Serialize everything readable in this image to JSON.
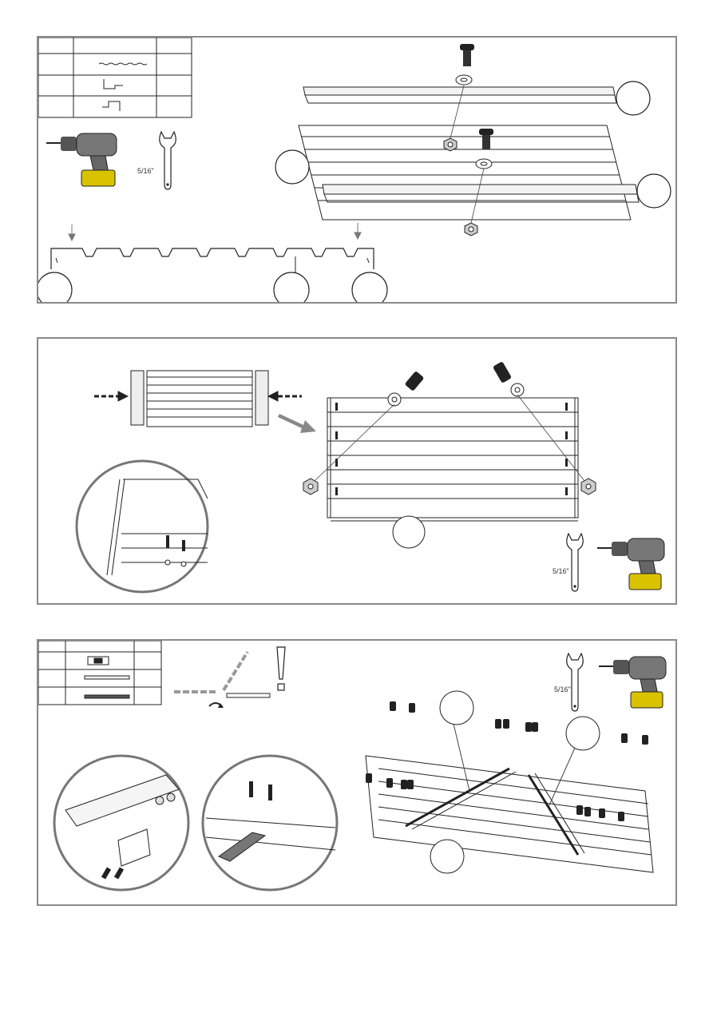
{
  "panels": [
    {
      "id": "step-1",
      "wrench_size": "5/16\""
    },
    {
      "id": "step-2",
      "wrench_size": "5/16\""
    },
    {
      "id": "step-3",
      "wrench_size": "5/16\""
    }
  ],
  "colors": {
    "border": "#8a8a8a",
    "line": "#222222",
    "battery": "#d9c200",
    "arrow": "#8a8a8a"
  },
  "icons": [
    "power-drill-icon",
    "wrench-icon",
    "bolt-icon",
    "nut-icon",
    "washer-icon",
    "screw-icon",
    "bracket-icon",
    "warning-exclamation-icon",
    "direction-arrow-icon",
    "rotate-arrow-icon"
  ]
}
